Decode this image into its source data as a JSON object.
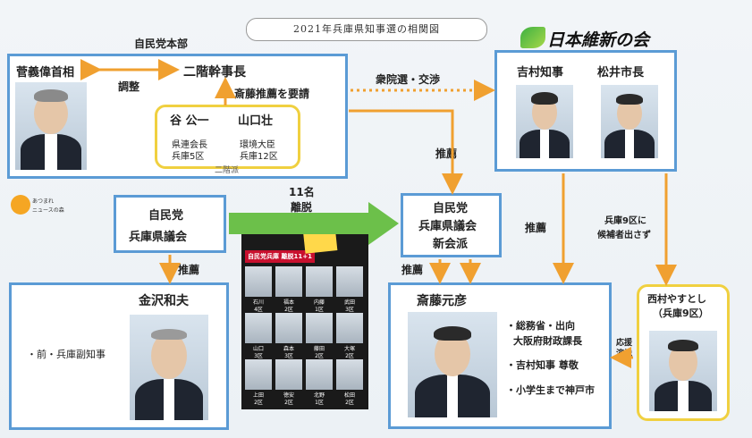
{
  "title": "2021年兵庫県知事選の相関図",
  "logo_text": "日本維新の会",
  "ldp_hq": {
    "label": "自民党本部",
    "suga": "菅義偉首相",
    "coordinate": "調整",
    "nikai": "二階幹事長",
    "request": "斎藤推薦を要請",
    "tani": "谷 公一",
    "tani_sub1": "県連会長",
    "tani_sub2": "兵庫5区",
    "yamaguchi": "山口壮",
    "yamaguchi_sub1": "環境大臣",
    "yamaguchi_sub2": "兵庫12区",
    "faction": "二階派"
  },
  "ishin": {
    "yoshimura": "吉村知事",
    "matsui": "松井市長"
  },
  "links": {
    "election_negotiation": "衆院選・交渉",
    "recommend_1": "推薦",
    "recommend_2": "推薦",
    "recommend_3": "推薦",
    "recommend_4": "推薦",
    "no_candidate_1": "兵庫9区に",
    "no_candidate_2": "候補者出さず",
    "count": "11名",
    "defect": "離脱",
    "support_1": "応援",
    "support_2": "演説"
  },
  "news_badge_1": "あつまれ",
  "news_badge_2": "ニュースの森",
  "pref_assembly": {
    "line1": "自民党",
    "line2": "兵庫県議会"
  },
  "new_faction": {
    "line1": "自民党",
    "line2": "兵庫県議会",
    "line3": "新会派"
  },
  "kanazawa": {
    "name": "金沢和夫",
    "desc": "・前・兵庫副知事"
  },
  "saito": {
    "name": "斎藤元彦",
    "bullet1a": "・総務省・出向",
    "bullet1b": "大阪府財政課長",
    "bullet2": "・吉村知事 尊敬",
    "bullet3": "・小学生まで神戸市"
  },
  "nishimura": {
    "line1": "西村やすとし",
    "line2": "（兵庫9区）"
  },
  "poster": {
    "header": "自民党兵庫 離脱11+1",
    "members": [
      {
        "name": "石川",
        "area": "4区"
      },
      {
        "name": "福本",
        "area": "2区"
      },
      {
        "name": "内藤",
        "area": "1区"
      },
      {
        "name": "武田",
        "area": "3区"
      },
      {
        "name": "山口",
        "area": "3区"
      },
      {
        "name": "森本",
        "area": "3区"
      },
      {
        "name": "藤田",
        "area": "2区"
      },
      {
        "name": "大塚",
        "area": "2区"
      },
      {
        "name": "上田",
        "area": "2区"
      },
      {
        "name": "徳安",
        "area": "2区"
      },
      {
        "name": "北野",
        "area": "1区"
      },
      {
        "name": "松田",
        "area": "2区"
      }
    ]
  }
}
